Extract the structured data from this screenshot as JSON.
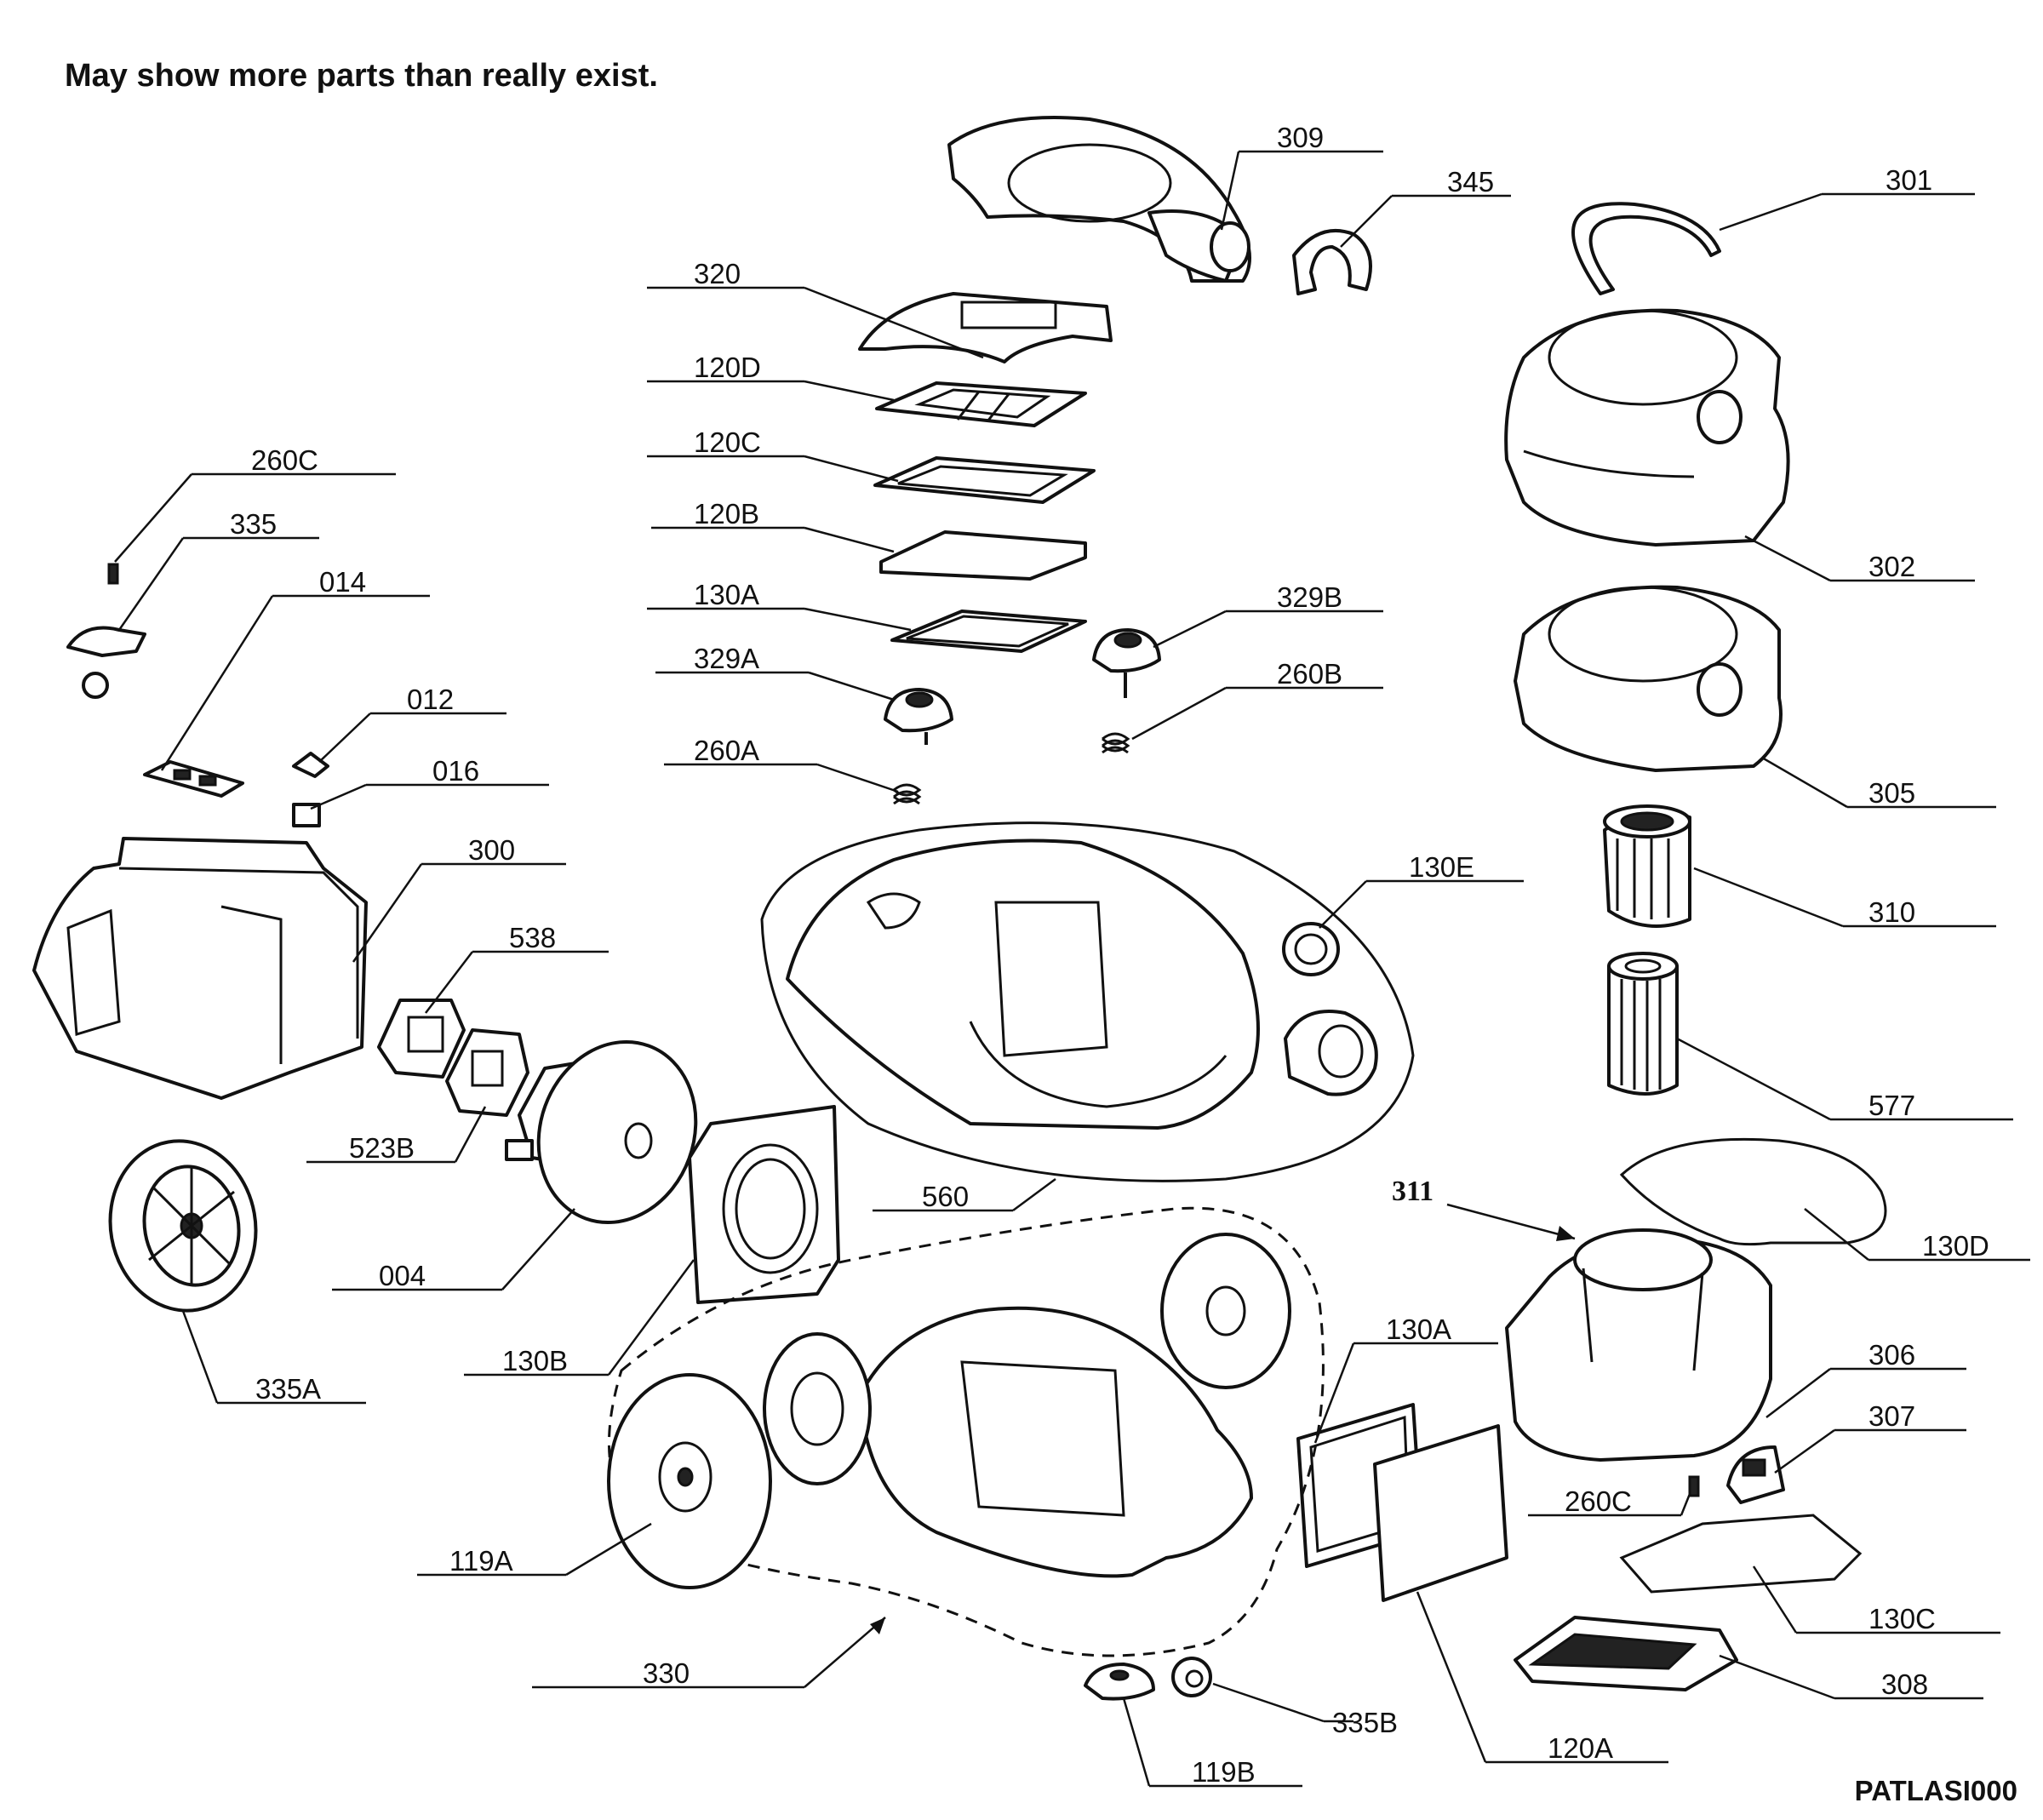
{
  "header": {
    "note": "May show more parts than really exist."
  },
  "footer": {
    "code": "PATLASI000"
  },
  "callouts": [
    {
      "label": "309"
    },
    {
      "label": "345"
    },
    {
      "label": "301"
    },
    {
      "label": "320"
    },
    {
      "label": "120D"
    },
    {
      "label": "120C"
    },
    {
      "label": "120B"
    },
    {
      "label": "130A"
    },
    {
      "label": "329B"
    },
    {
      "label": "329A"
    },
    {
      "label": "260B"
    },
    {
      "label": "260A"
    },
    {
      "label": "260C"
    },
    {
      "label": "335"
    },
    {
      "label": "014"
    },
    {
      "label": "012"
    },
    {
      "label": "016"
    },
    {
      "label": "300"
    },
    {
      "label": "538"
    },
    {
      "label": "523B"
    },
    {
      "label": "004"
    },
    {
      "label": "335A"
    },
    {
      "label": "130B"
    },
    {
      "label": "560"
    },
    {
      "label": "130E"
    },
    {
      "label": "302"
    },
    {
      "label": "305"
    },
    {
      "label": "310"
    },
    {
      "label": "577"
    },
    {
      "label": "311"
    },
    {
      "label": "130D"
    },
    {
      "label": "130A"
    },
    {
      "label": "306"
    },
    {
      "label": "307"
    },
    {
      "label": "260C"
    },
    {
      "label": "130C"
    },
    {
      "label": "308"
    },
    {
      "label": "120A"
    },
    {
      "label": "119A"
    },
    {
      "label": "330"
    },
    {
      "label": "335B"
    },
    {
      "label": "119B"
    }
  ]
}
